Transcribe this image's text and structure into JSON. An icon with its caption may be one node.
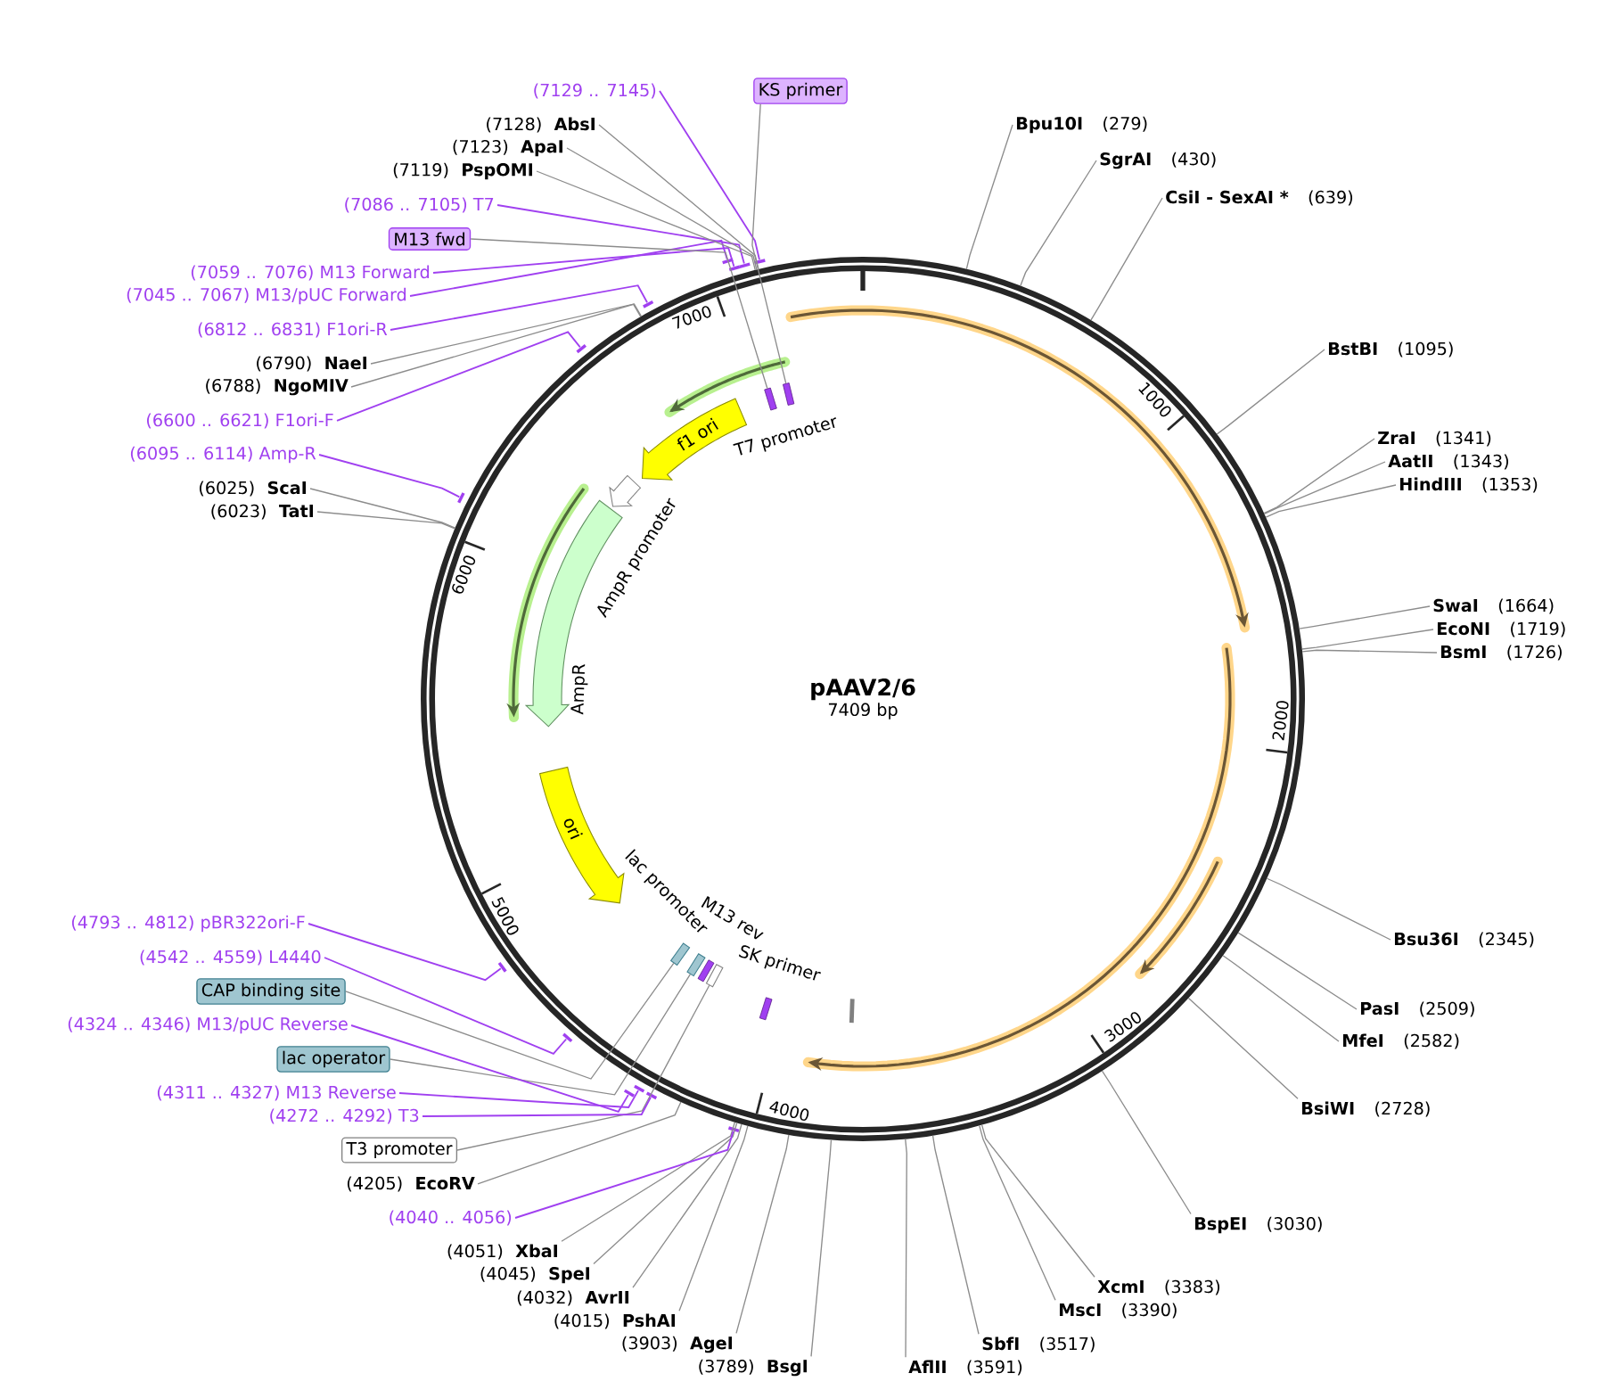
{
  "diagram": {
    "nodes": [
      {
        "text": [
          "Bpu10I",
          "(279)"
        ]
      },
      {
        "text": [
          "SgrAI",
          "(430)"
        ]
      },
      {
        "text": [
          "CsiI - SexAI *",
          "(639)"
        ]
      },
      {
        "text": [
          "BstBI",
          "(1095)"
        ]
      },
      {
        "text": [
          "ZraI",
          "(1341)"
        ]
      },
      {
        "text": [
          "AatII",
          "(1343)"
        ]
      },
      {
        "text": [
          "HindIII",
          "(1353)"
        ]
      },
      {
        "text": [
          "SwaI",
          "(1664)"
        ]
      },
      {
        "text": [
          "EcoNI",
          "(1719)"
        ]
      },
      {
        "text": [
          "BsmI",
          "(1726)"
        ]
      },
      {
        "text": [
          "Bsu36I",
          "(2345)"
        ]
      },
      {
        "text": [
          "PasI",
          "(2509)"
        ]
      },
      {
        "text": [
          "MfeI",
          "(2582)"
        ]
      },
      {
        "text": [
          "BsiWI",
          "(2728)"
        ]
      },
      {
        "text": [
          "BspEI",
          "(3030)"
        ]
      },
      {
        "text": [
          "XcmI",
          "(3383)"
        ]
      },
      {
        "text": [
          "MscI",
          "(3390)"
        ]
      },
      {
        "text": [
          "SbfI",
          "(3517)"
        ]
      },
      {
        "text": [
          "AflII",
          "(3591)"
        ]
      },
      {
        "text": [
          "(3789)",
          "BsgI"
        ]
      },
      {
        "text": [
          "(3903)",
          "AgeI"
        ]
      },
      {
        "text": [
          "(4015)",
          "PshAI"
        ]
      },
      {
        "text": [
          "(4032)",
          "AvrII"
        ]
      },
      {
        "text": [
          "(4045)",
          "SpeI"
        ]
      },
      {
        "text": [
          "(4051)",
          "XbaI"
        ]
      },
      {
        "text": [
          "(4040 .. 4056)"
        ]
      },
      {
        "text": [
          "(4205)",
          "EcoRV"
        ]
      },
      {
        "text": [
          "T3 promoter"
        ]
      },
      {
        "text": [
          "(4272 .. 4292) T3"
        ]
      },
      {
        "text": [
          "(4311 .. 4327) M13 Reverse"
        ]
      },
      {
        "text": [
          "lac operator"
        ]
      },
      {
        "text": [
          "(4324 .. 4346) M13/pUC Reverse"
        ]
      },
      {
        "text": [
          "CAP binding site"
        ]
      },
      {
        "text": [
          "(4542 .. 4559) L4440"
        ]
      },
      {
        "text": [
          "(4793 .. 4812) pBR322ori-F"
        ]
      },
      {
        "text": [
          "(6023)",
          "TatI"
        ]
      },
      {
        "text": [
          "(6025)",
          "ScaI"
        ]
      },
      {
        "text": [
          "(6095 .. 6114) Amp-R"
        ]
      },
      {
        "text": [
          "(6600 .. 6621) F1ori-F"
        ]
      },
      {
        "text": [
          "(6788)",
          "NgoMIV"
        ]
      },
      {
        "text": [
          "(6790)",
          "NaeI"
        ]
      },
      {
        "text": [
          "(6812 .. 6831) F1ori-R"
        ]
      },
      {
        "text": [
          "(7045 .. 7067) M13/pUC Forward"
        ]
      },
      {
        "text": [
          "(7059 .. 7076) M13 Forward"
        ]
      },
      {
        "text": [
          "M13 fwd"
        ]
      },
      {
        "text": [
          "(7086 .. 7105) T7"
        ]
      },
      {
        "text": [
          "(7119)",
          "PspOMI"
        ]
      },
      {
        "text": [
          "(7123)",
          "ApaI"
        ]
      },
      {
        "text": [
          "(7128)",
          "AbsI"
        ]
      },
      {
        "text": [
          "(7129 .. 7145)"
        ]
      },
      {
        "text": [
          "KS primer"
        ]
      },
      {
        "text": [
          "pAAV2/6",
          "7409 bp"
        ]
      },
      {
        "text": [
          "f1 ori"
        ],
        "in": 51
      },
      {
        "text": [
          "AmpR promoter"
        ],
        "in": 51
      },
      {
        "text": [
          "AmpR"
        ],
        "in": 51
      },
      {
        "text": [
          "ori"
        ],
        "in": 51
      },
      {
        "text": [],
        "shape": "bar"
      },
      {
        "text": [],
        "shape": "bar"
      },
      {
        "text": [],
        "shape": "bar"
      },
      {
        "text": [],
        "shape": "bar"
      },
      {
        "text": [],
        "shape": "bar"
      },
      {
        "text": [],
        "shape": "bar"
      },
      {
        "text": [],
        "shape": "bar"
      },
      {
        "text": [],
        "shape": "bar"
      },
      {
        "text": [],
        "shape": "bar"
      },
      {
        "text": [],
        "shape": "bar"
      },
      {
        "text": [],
        "shape": "bar"
      },
      {
        "text": [],
        "shape": "bar"
      },
      {
        "text": [],
        "shape": "bar"
      },
      {
        "text": [],
        "shape": "bar",
        "in": 51
      },
      {
        "text": [],
        "shape": "bar",
        "in": 51
      },
      {
        "text": [],
        "shape": "bar",
        "in": 51
      },
      {
        "text": [],
        "shape": "bar",
        "in": 51
      },
      {
        "text": [],
        "shape": "bar",
        "in": 51
      }
    ],
    "edges": [
      {
        "from": 0,
        "to": 51,
        "arrow": "none"
      },
      {
        "from": 1,
        "to": 51,
        "arrow": "none"
      },
      {
        "from": 2,
        "to": 51,
        "arrow": "none"
      },
      {
        "from": 3,
        "to": 51,
        "arrow": "none"
      },
      {
        "from": 4,
        "to": 51,
        "arrow": "none"
      },
      {
        "from": 5,
        "to": 51,
        "arrow": "none"
      },
      {
        "from": 6,
        "to": 51,
        "arrow": "none"
      },
      {
        "from": 7,
        "to": 51,
        "arrow": "none"
      },
      {
        "from": 8,
        "to": 51,
        "arrow": "none"
      },
      {
        "from": 9,
        "to": 51,
        "arrow": "none"
      },
      {
        "from": 10,
        "to": 51,
        "arrow": "none"
      },
      {
        "from": 11,
        "to": 51,
        "arrow": "none"
      },
      {
        "from": 12,
        "to": 51,
        "arrow": "none"
      },
      {
        "from": 13,
        "to": 51,
        "arrow": "none"
      },
      {
        "from": 14,
        "to": 51,
        "arrow": "none"
      },
      {
        "from": 15,
        "to": 51,
        "arrow": "none"
      },
      {
        "from": 16,
        "to": 51,
        "arrow": "none"
      },
      {
        "from": 17,
        "to": 51,
        "arrow": "none"
      },
      {
        "from": 18,
        "to": 51,
        "arrow": "none"
      },
      {
        "from": 19,
        "to": 51,
        "arrow": "none"
      },
      {
        "from": 20,
        "to": 51,
        "arrow": "none"
      },
      {
        "from": 21,
        "to": 51,
        "arrow": "none"
      },
      {
        "from": 22,
        "to": 51,
        "arrow": "none"
      },
      {
        "from": 23,
        "to": 51,
        "arrow": "none"
      },
      {
        "from": 24,
        "to": 51,
        "arrow": "none"
      },
      {
        "from": 25,
        "to": 56,
        "arrow": "none",
        "color": "#a040f0"
      },
      {
        "from": 26,
        "to": 51,
        "arrow": "none"
      },
      {
        "from": 27,
        "to": 71,
        "arrow": "none"
      },
      {
        "from": 28,
        "to": 57,
        "arrow": "none",
        "color": "#a040f0"
      },
      {
        "from": 29,
        "to": 58,
        "arrow": "none",
        "color": "#a040f0"
      },
      {
        "from": 30,
        "to": 72,
        "arrow": "none"
      },
      {
        "from": 31,
        "to": 59,
        "arrow": "none",
        "color": "#a040f0"
      },
      {
        "from": 32,
        "to": 73,
        "arrow": "none"
      },
      {
        "from": 33,
        "to": 60,
        "arrow": "none",
        "color": "#a040f0"
      },
      {
        "from": 34,
        "to": 61,
        "arrow": "none",
        "color": "#a040f0"
      },
      {
        "from": 35,
        "to": 51,
        "arrow": "none"
      },
      {
        "from": 36,
        "to": 51,
        "arrow": "none"
      },
      {
        "from": 37,
        "to": 62,
        "arrow": "none",
        "color": "#a040f0"
      },
      {
        "from": 38,
        "to": 63,
        "arrow": "none",
        "color": "#a040f0"
      },
      {
        "from": 39,
        "to": 51,
        "arrow": "none"
      },
      {
        "from": 40,
        "to": 51,
        "arrow": "none"
      },
      {
        "from": 41,
        "to": 64,
        "arrow": "none",
        "color": "#a040f0"
      },
      {
        "from": 42,
        "to": 65,
        "arrow": "none",
        "color": "#a040f0"
      },
      {
        "from": 43,
        "to": 66,
        "arrow": "none",
        "color": "#a040f0"
      },
      {
        "from": 44,
        "to": 69,
        "arrow": "none"
      },
      {
        "from": 45,
        "to": 67,
        "arrow": "none",
        "color": "#a040f0"
      },
      {
        "from": 46,
        "to": 51,
        "arrow": "none"
      },
      {
        "from": 47,
        "to": 51,
        "arrow": "none"
      },
      {
        "from": 48,
        "to": 51,
        "arrow": "none"
      },
      {
        "from": 49,
        "to": 68,
        "arrow": "none",
        "color": "#a040f0"
      },
      {
        "from": 50,
        "to": 70,
        "arrow": "none"
      }
    ],
    "labels": [
      "1000",
      "2000",
      "3000",
      "4000",
      "5000",
      "6000",
      "7000",
      "T7 promoter",
      "lac promoter",
      "M13 rev",
      "SK primer"
    ]
  }
}
